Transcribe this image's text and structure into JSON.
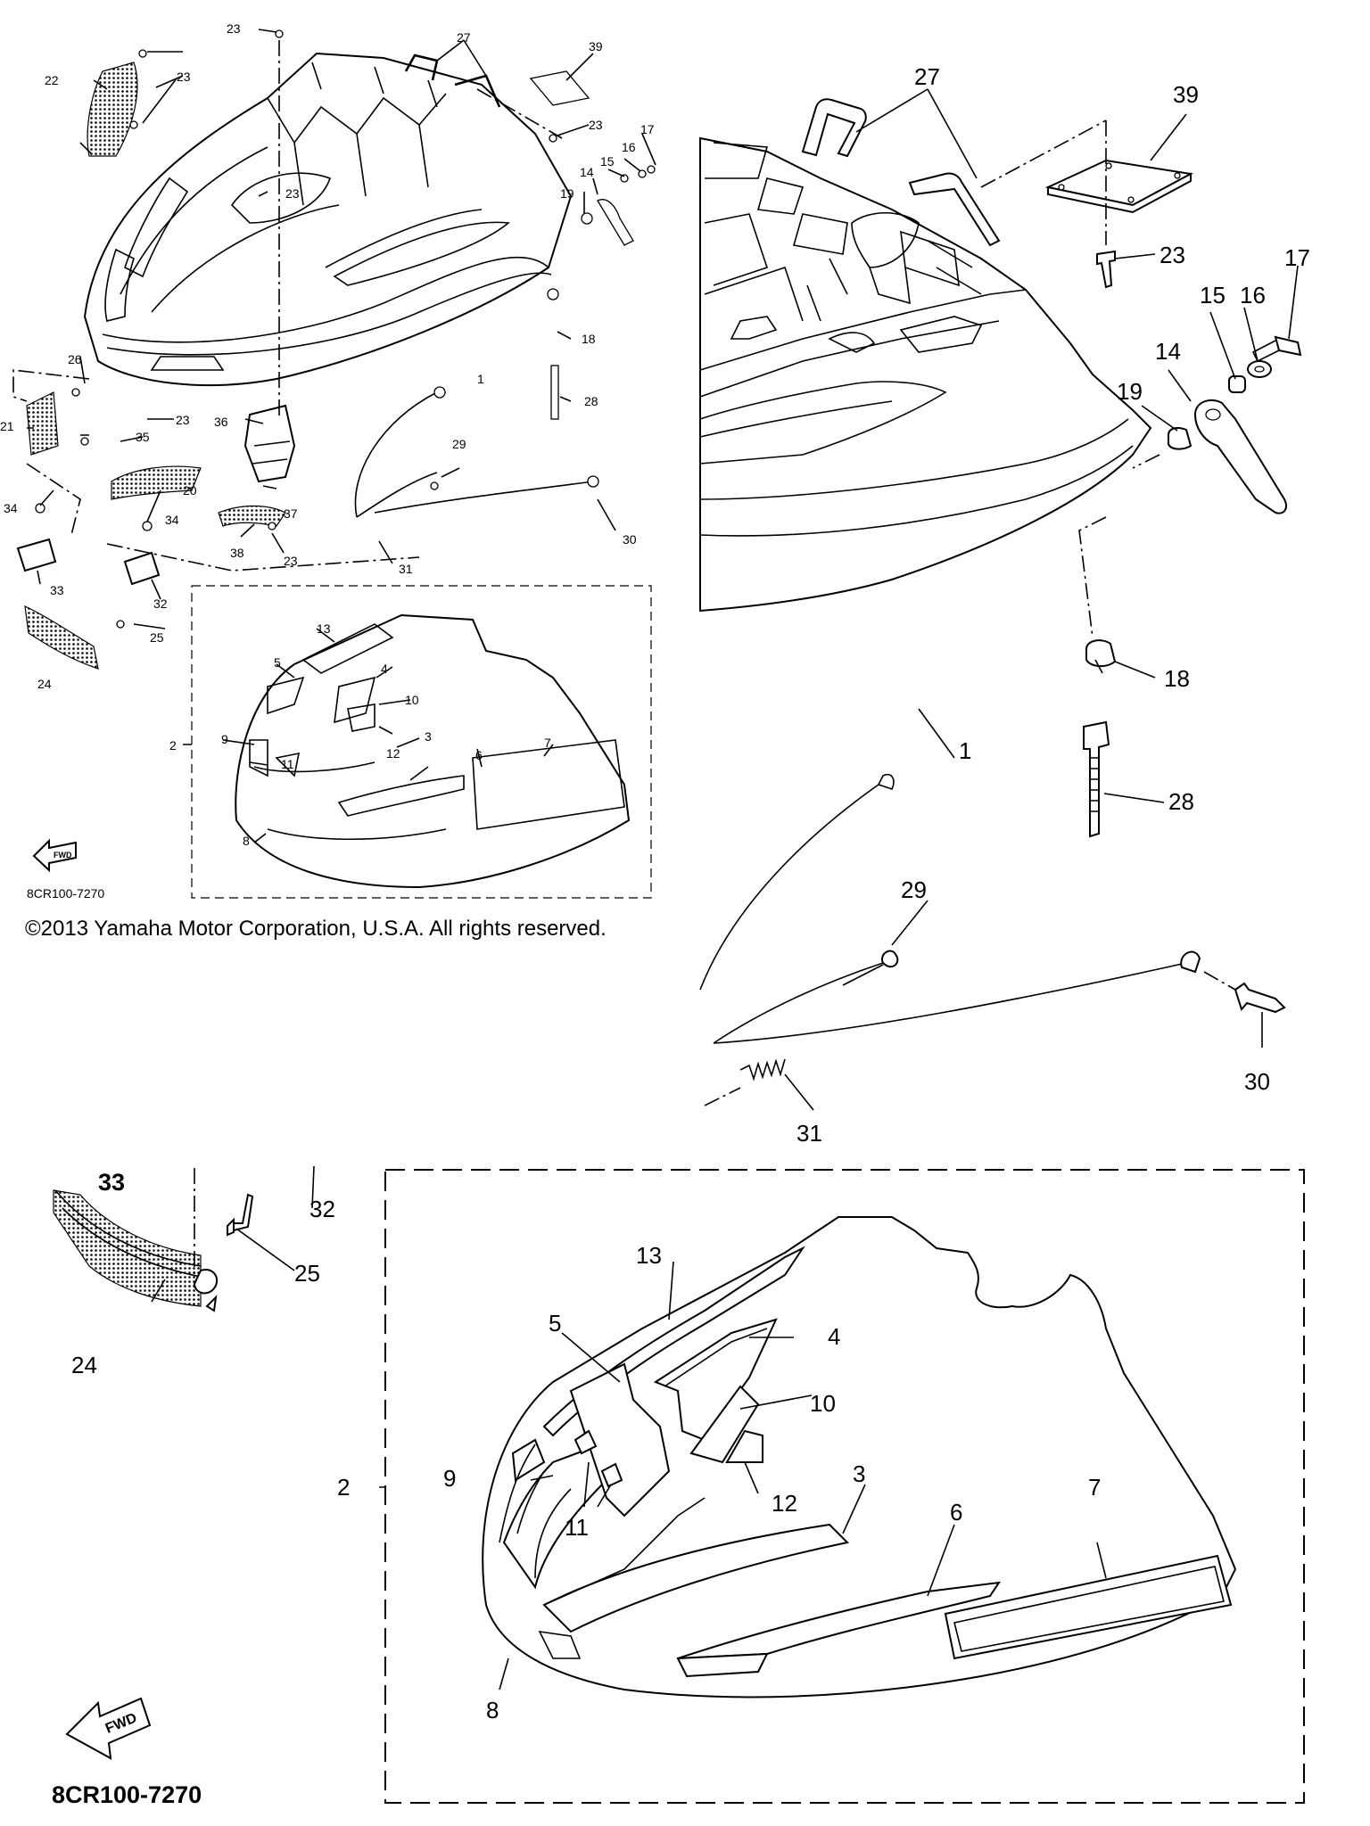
{
  "copyright": "©2013 Yamaha Motor Corporation, U.S.A. All rights reserved.",
  "diagram_code": "8CR100-7270",
  "fwd_label": "FWD",
  "overview_labels": [
    "1",
    "2",
    "3",
    "4",
    "5",
    "6",
    "7",
    "8",
    "9",
    "10",
    "11",
    "12",
    "13",
    "14",
    "15",
    "16",
    "17",
    "18",
    "19",
    "20",
    "21",
    "22",
    "23",
    "23",
    "23",
    "23",
    "23",
    "23",
    "23",
    "24",
    "25",
    "26",
    "27",
    "28",
    "29",
    "30",
    "31",
    "32",
    "33",
    "34",
    "34",
    "35",
    "36",
    "37",
    "38",
    "39"
  ],
  "detail_top_labels": [
    "1",
    "14",
    "15",
    "16",
    "17",
    "18",
    "19",
    "23",
    "27",
    "28",
    "29",
    "30",
    "31",
    "39"
  ],
  "detail_left_labels": [
    "24",
    "25",
    "32",
    "33"
  ],
  "detail_decal_labels": [
    "2",
    "3",
    "4",
    "5",
    "6",
    "7",
    "8",
    "9",
    "10",
    "11",
    "12",
    "13"
  ]
}
